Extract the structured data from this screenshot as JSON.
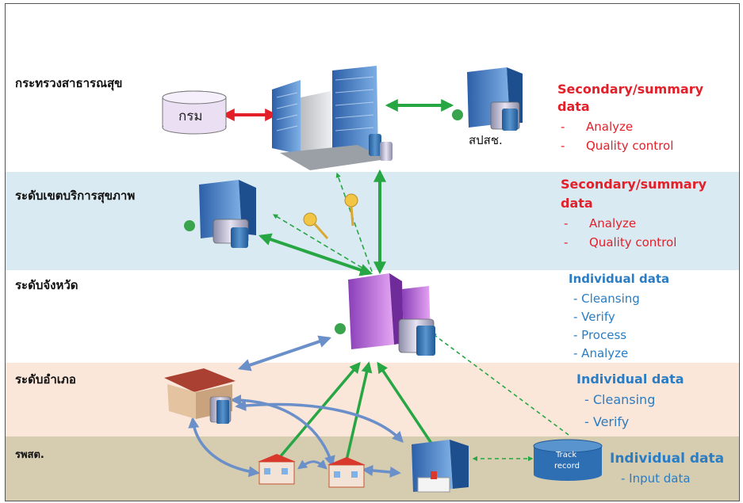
{
  "levels": {
    "ministry": "กระทรวงสาธารณสุข",
    "region": "ระดับเขตบริการสุขภาพ",
    "province": "ระดับจังหวัด",
    "district": "ระดับอำเภอ",
    "subdistrict": "รพสต."
  },
  "labels": {
    "department": "กรม",
    "nhso": "สปสช.",
    "track_record_line1": "Track",
    "track_record_line2": "record"
  },
  "ministry_notes": {
    "title_line1": "Secondary/summary",
    "title_line2": "data",
    "items": [
      "Analyze",
      "Quality control"
    ]
  },
  "region_notes": {
    "title_line1": "Secondary/summary",
    "title_line2": "data",
    "items": [
      "Analyze",
      "Quality control"
    ]
  },
  "province_notes": {
    "title": "Individual data",
    "items": [
      "- Cleansing",
      "- Verify",
      "- Process",
      "- Analyze"
    ]
  },
  "district_notes": {
    "title": "Individual  data",
    "items": [
      "- Cleansing",
      "- Verify"
    ]
  },
  "subdistrict_notes": {
    "title": "Individual  data",
    "items": [
      "- Input data"
    ]
  },
  "colors": {
    "ministry_bg": "#ffffff",
    "region_bg": "#daeaf3",
    "province_bg": "#ffffff",
    "district_bg": "#fbe6da",
    "subdistrict_bg": "#d6ccb0",
    "red_text": "#e3202a",
    "blue_text": "#2a7dc4",
    "green_arrow": "#27a644",
    "blue_arrow": "#6a8fc9",
    "red_arrow": "#e3202a"
  }
}
